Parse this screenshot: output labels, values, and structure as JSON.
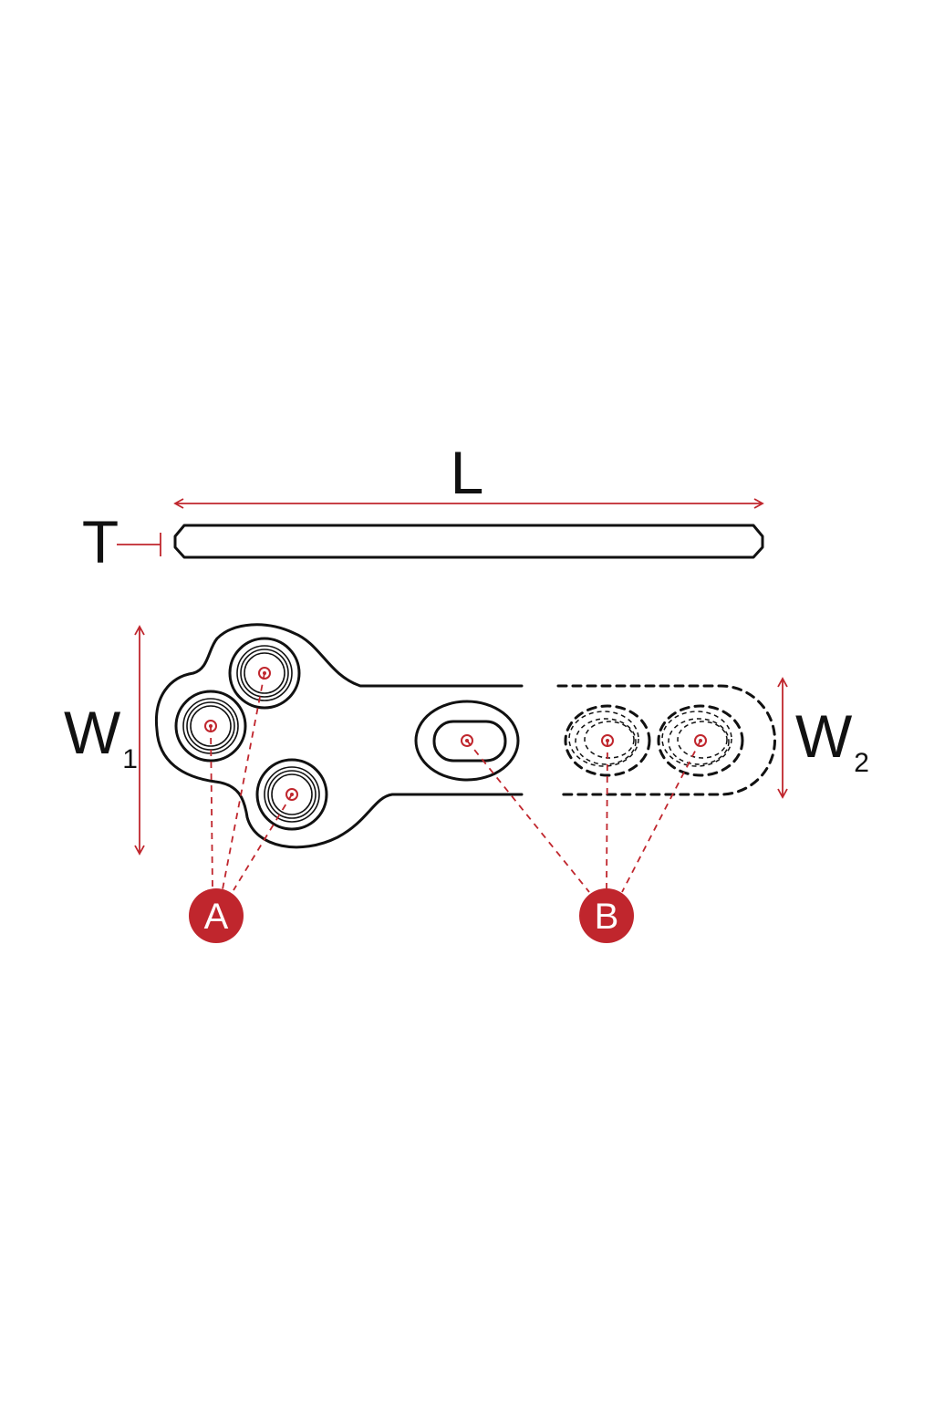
{
  "labels": {
    "length": "L",
    "thickness": "T",
    "width1_main": "W",
    "width1_sub": "1",
    "width2_main": "W",
    "width2_sub": "2"
  },
  "callouts": {
    "a": "A",
    "b": "B"
  },
  "colors": {
    "accent": "#c0262d",
    "outline": "#111111",
    "background": "#ffffff"
  }
}
